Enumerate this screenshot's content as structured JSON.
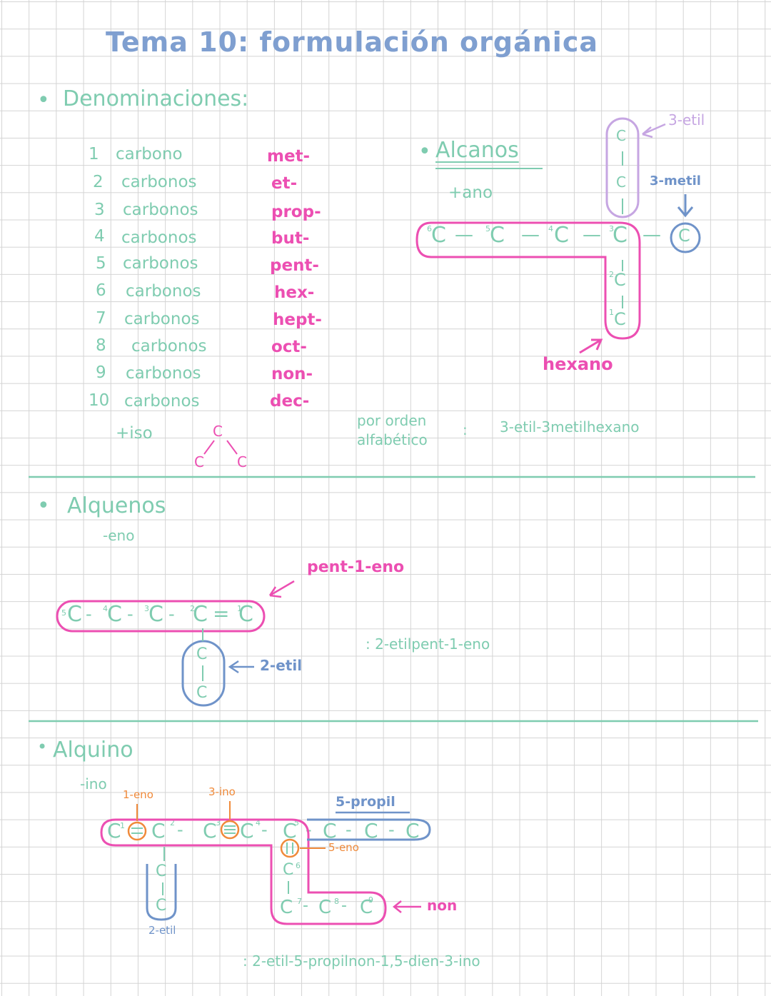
{
  "title": "Tema 10: formulación orgánica",
  "denominaciones": {
    "heading": "Denominaciones:",
    "rows": [
      {
        "n": "1",
        "word": "carbono",
        "prefix": "met-"
      },
      {
        "n": "2",
        "word": "carbonos",
        "prefix": "et-"
      },
      {
        "n": "3",
        "word": "carbonos",
        "prefix": "prop-"
      },
      {
        "n": "4",
        "word": "carbonos",
        "prefix": "but-"
      },
      {
        "n": "5",
        "word": "carbonos",
        "prefix": "pent-"
      },
      {
        "n": "6",
        "word": "carbonos",
        "prefix": "hex-"
      },
      {
        "n": "7",
        "word": "carbonos",
        "prefix": "hept-"
      },
      {
        "n": "8",
        "word": "carbonos",
        "prefix": "oct-"
      },
      {
        "n": "9",
        "word": "carbonos",
        "prefix": "non-"
      },
      {
        "n": "10",
        "word": "carbonos",
        "prefix": "dec-"
      }
    ],
    "iso": "+iso",
    "iso_atoms": [
      "C",
      "C",
      "C"
    ]
  },
  "alcanos": {
    "heading": "Alcanos",
    "suffix": "+ano",
    "chain": [
      "C",
      "C",
      "C",
      "C",
      "C",
      "C"
    ],
    "chain_numbers": [
      "6",
      "5",
      "4",
      "3",
      "2",
      "1"
    ],
    "branch_atoms": [
      "C",
      "C"
    ],
    "methyl_atom": "C",
    "label_etil": "3-etil",
    "label_metil": "3-metil",
    "label_main": "hexano",
    "order_note": "por orden alfabético",
    "result": "3-etil-3metilhexano"
  },
  "alquenos": {
    "heading": "Alquenos",
    "suffix": "-eno",
    "chain": [
      "C",
      "C",
      "C",
      "C",
      "C"
    ],
    "chain_numbers": [
      "5",
      "4",
      "3",
      "2",
      "1"
    ],
    "label_main": "pent-1-eno",
    "branch_atoms": [
      "C",
      "C"
    ],
    "label_branch": "2-etil",
    "result": ": 2-etilpent-1-eno"
  },
  "alquino": {
    "heading": "Alquino",
    "suffix": "-ino",
    "label_1eno": "1-eno",
    "label_3ino": "3-ino",
    "label_propil": "5-propil",
    "label_5eno": "5-eno",
    "label_etil": "2-etil",
    "label_main": "non",
    "chain_numbers": [
      "1",
      "2",
      "3",
      "4",
      "5",
      "6",
      "7",
      "8",
      "9"
    ],
    "result": ": 2-etil-5-propilnon-1,5-dien-3-ino"
  },
  "colors": {
    "blue_title": "#7f9fd0",
    "mint": "#7fccb0",
    "pink": "#ec4fb2",
    "orange": "#f08a3a",
    "lilac": "#c6a6e2",
    "sky": "#6f93c9"
  }
}
